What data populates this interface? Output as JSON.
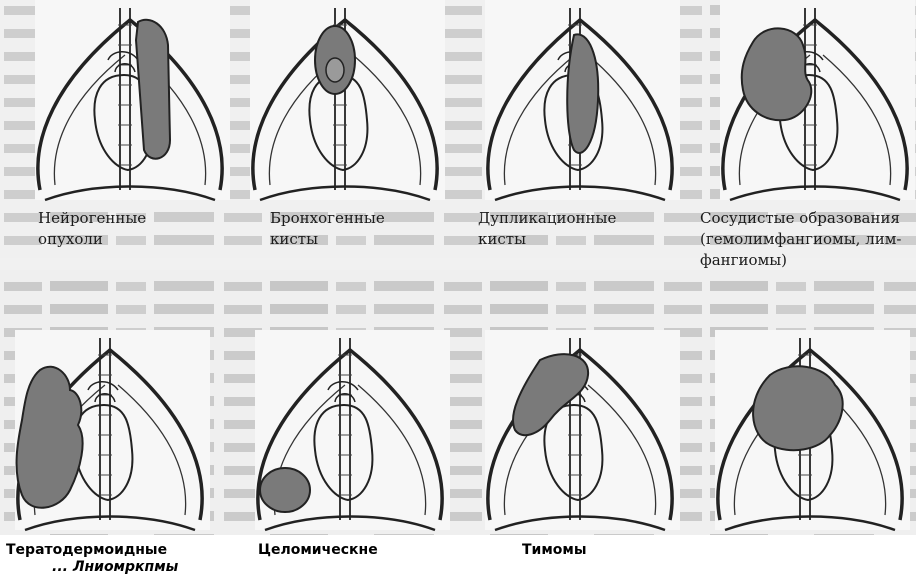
{
  "top_captions": [
    {
      "lines": [
        "Нейрогенные",
        "опухоли"
      ]
    },
    {
      "lines": [
        "Бронхогенные",
        "кисты"
      ]
    },
    {
      "lines": [
        "Дупликационные",
        "кисты"
      ]
    },
    {
      "lines": [
        "Сосудистые образования",
        "(гемолимфангиомы, лим-",
        "фангиомы)"
      ]
    }
  ],
  "bottom_labels": {
    "teratodermoid": "Тератодермоидные",
    "teratodermoid_sub": "... Лниомркпмы",
    "coelomic": "Целомическне",
    "thymoma": "Тимомы"
  },
  "colors": {
    "lesion": "#7a7a7a",
    "outline": "#222222",
    "scan_bg": "#ededed",
    "text_ghost": "#b5b5b5"
  }
}
